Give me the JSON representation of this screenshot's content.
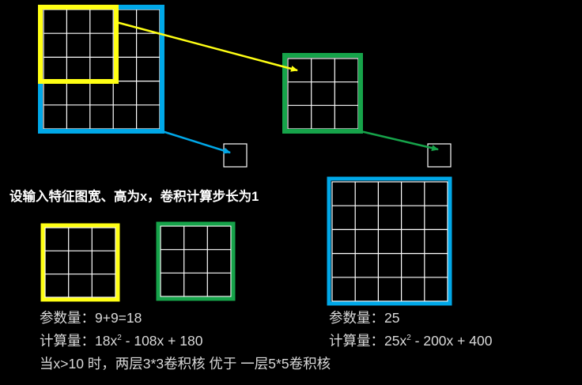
{
  "colors": {
    "background": "#000000",
    "blue": "#00a8e8",
    "yellow": "#ffff14",
    "green": "#16a34a",
    "grid_line": "#ffffff",
    "text_white": "#ffffff",
    "text_gray": "#d9d9d9"
  },
  "heading": "设输入特征图宽、高为x，卷积计算步长为1",
  "left_stats": {
    "params": "参数量：9+9=18",
    "compute_prefix": "计算量：18x",
    "compute_sup": "2",
    "compute_suffix": " - 108x + 180",
    "conclusion": "当x>10 时，两层3*3卷积核 优于 一层5*5卷积核"
  },
  "right_stats": {
    "params": "参数量：25",
    "compute_prefix": "计算量：25x",
    "compute_sup": "2",
    "compute_suffix": " - 200x + 400"
  }
}
